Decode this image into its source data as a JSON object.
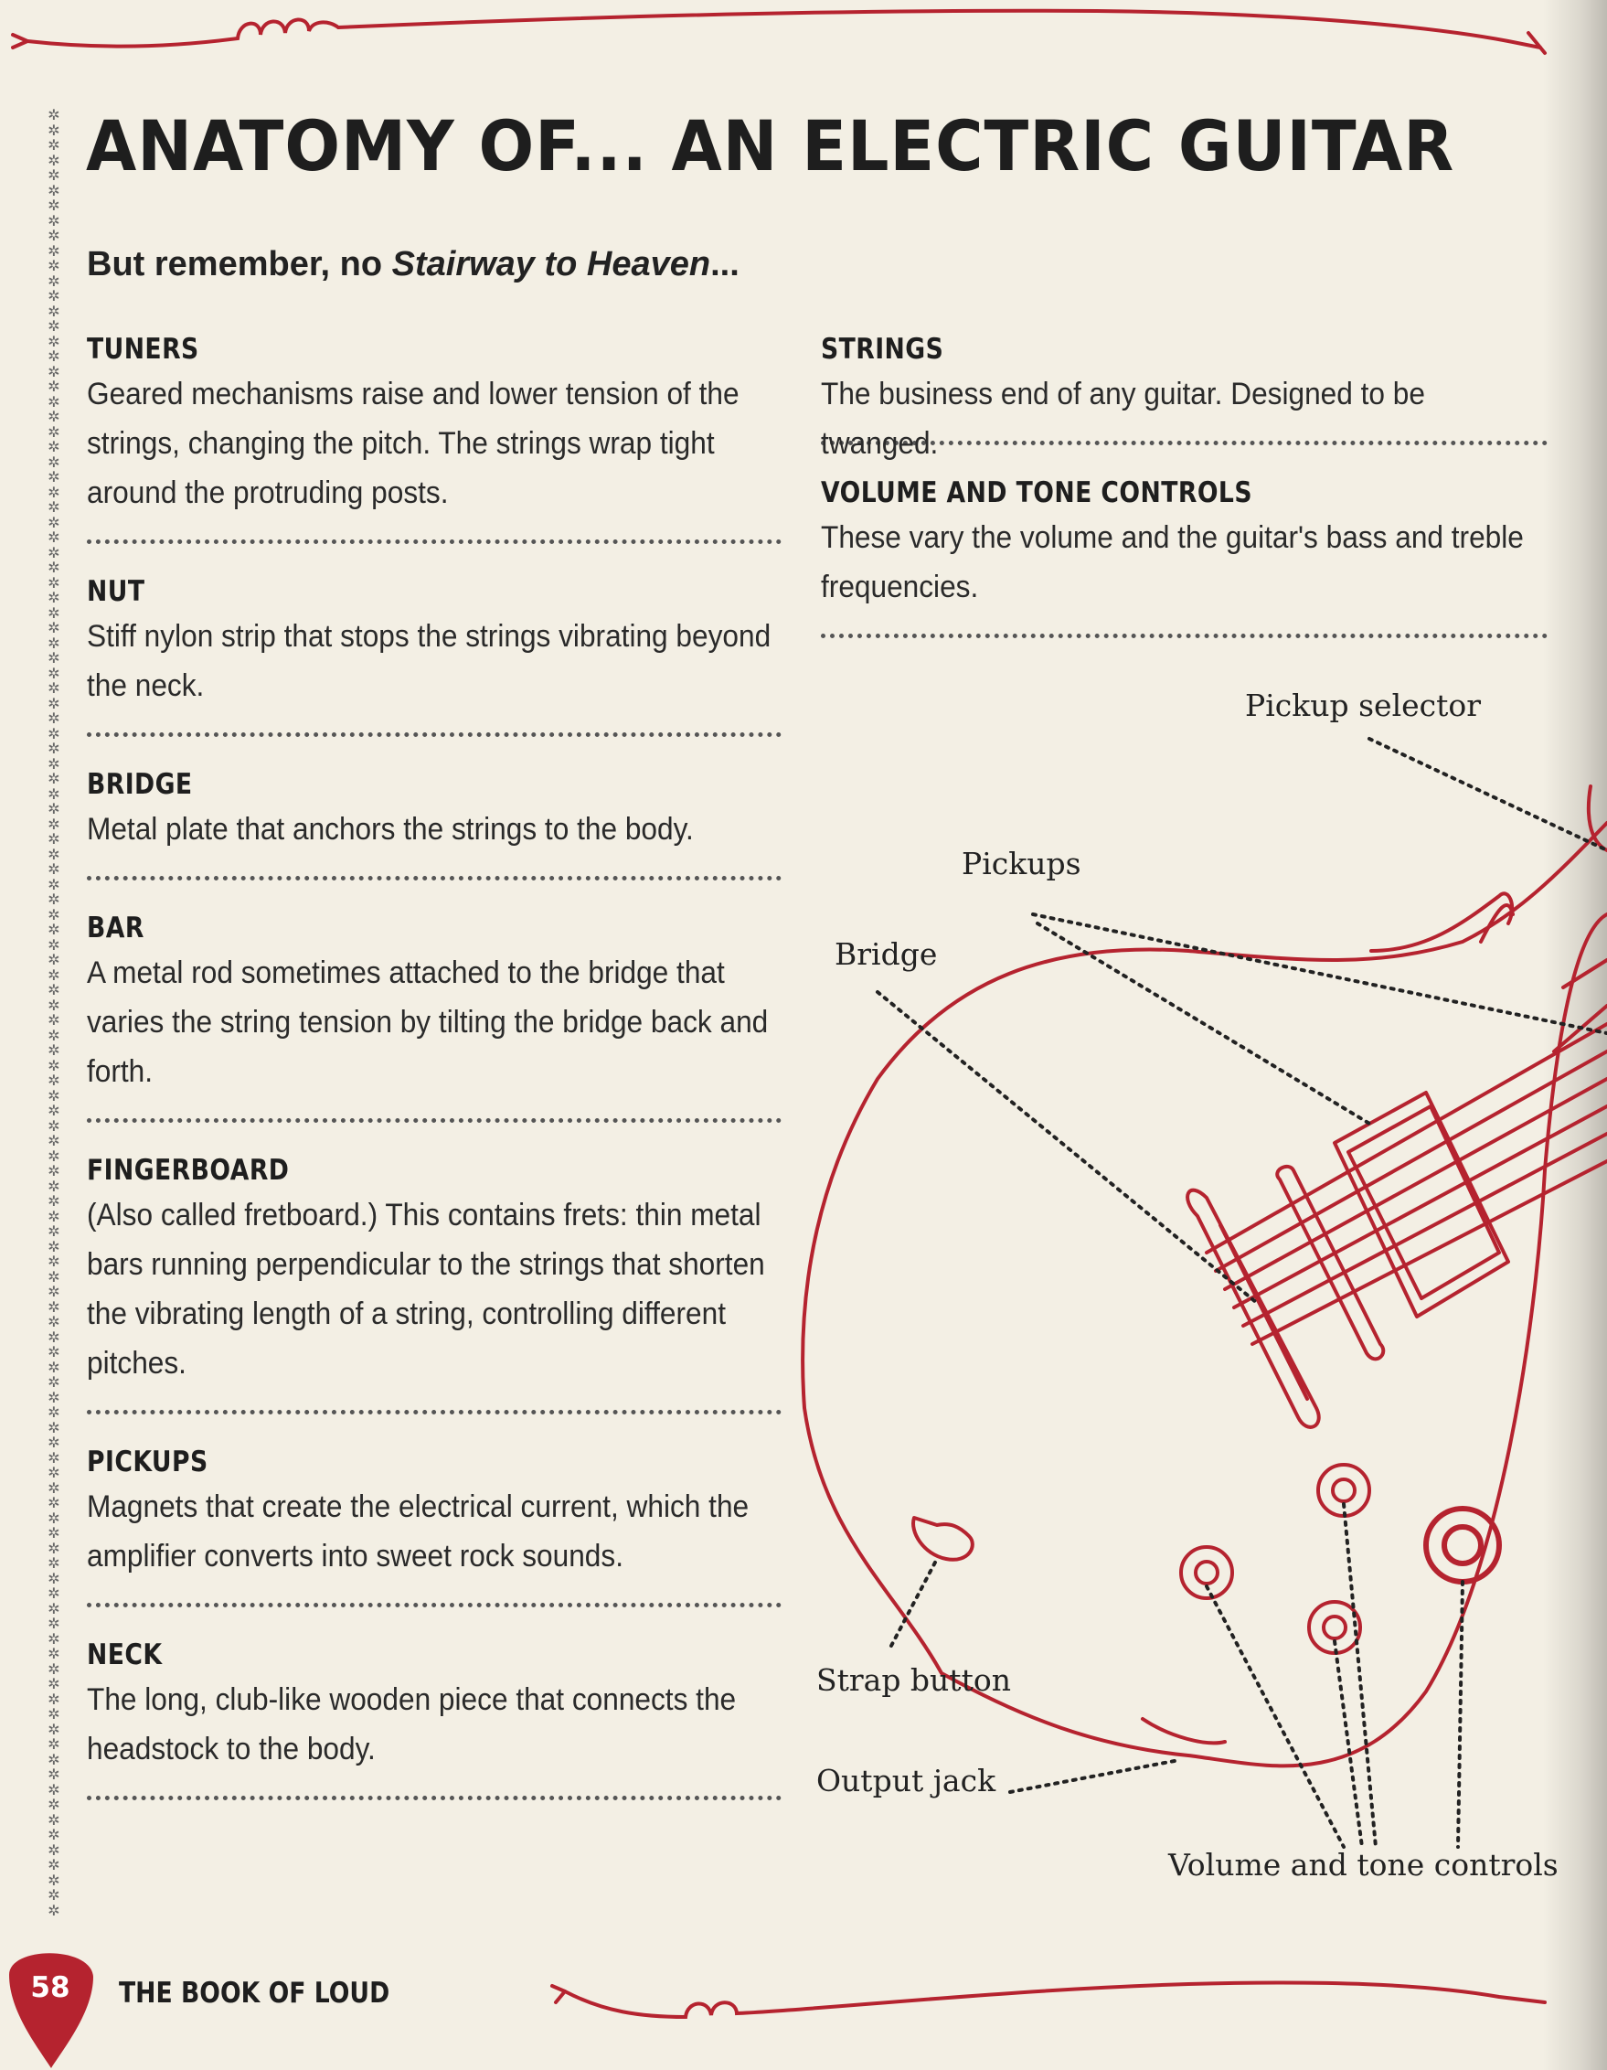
{
  "title": "ANATOMY OF... AN ELECTRIC GUITAR",
  "subtitle": {
    "lead": "But remember, no ",
    "italic": "Stairway to Heaven",
    "tail": "..."
  },
  "left_entries": [
    {
      "heading": "TUNERS",
      "body": "Geared mechanisms raise and lower tension of the strings, changing the pitch. The strings wrap tight around the protruding posts."
    },
    {
      "heading": "NUT",
      "body": "Stiff nylon strip that stops the strings vibrating beyond the neck."
    },
    {
      "heading": "BRIDGE",
      "body": "Metal plate that anchors the strings to the body."
    },
    {
      "heading": "BAR",
      "body": "A metal rod sometimes attached to the bridge that varies the string tension by tilting the bridge back and forth."
    },
    {
      "heading": "FINGERBOARD",
      "body": "(Also called fretboard.) This contains frets: thin metal bars running perpendicular to the strings that shorten the vibrating length of a string, controlling different pitches."
    },
    {
      "heading": "PICKUPS",
      "body": "Magnets that create the electrical current, which the amplifier converts into sweet rock sounds."
    },
    {
      "heading": "NECK",
      "body": "The long, club-like wooden piece that connects the headstock to the body."
    }
  ],
  "right_entries": [
    {
      "heading": "STRINGS",
      "body": "The business end of any guitar. Designed to be twanged."
    },
    {
      "heading": "VOLUME AND TONE CONTROLS",
      "body": "These vary the volume and the guitar's bass and treble frequencies."
    }
  ],
  "diagram_labels": {
    "pickup_selector": "Pickup selector",
    "pickups": "Pickups",
    "bridge": "Bridge",
    "strap_button": "Strap button",
    "output_jack": "Output jack",
    "volume_tone": "Volume and tone controls"
  },
  "footer": {
    "page_number": "58",
    "book_title": "THE BOOK OF LOUD"
  },
  "colors": {
    "accent_red": "#b5232f",
    "paper": "#f3efe4",
    "text": "#222222"
  }
}
